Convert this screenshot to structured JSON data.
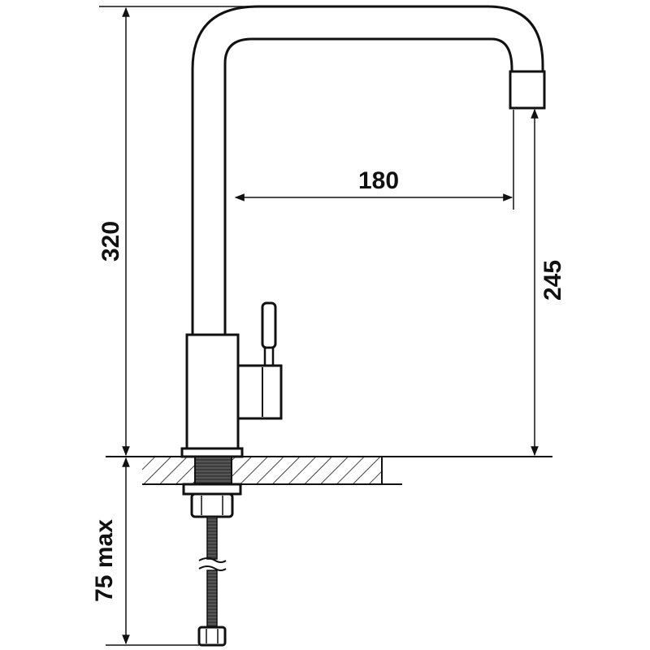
{
  "dimensions": {
    "total_height": "320",
    "spout_reach": "180",
    "spout_height": "245",
    "below_counter": "75 max"
  },
  "colors": {
    "ink": "#111111",
    "background": "#ffffff",
    "thread_fill": "#555555"
  }
}
